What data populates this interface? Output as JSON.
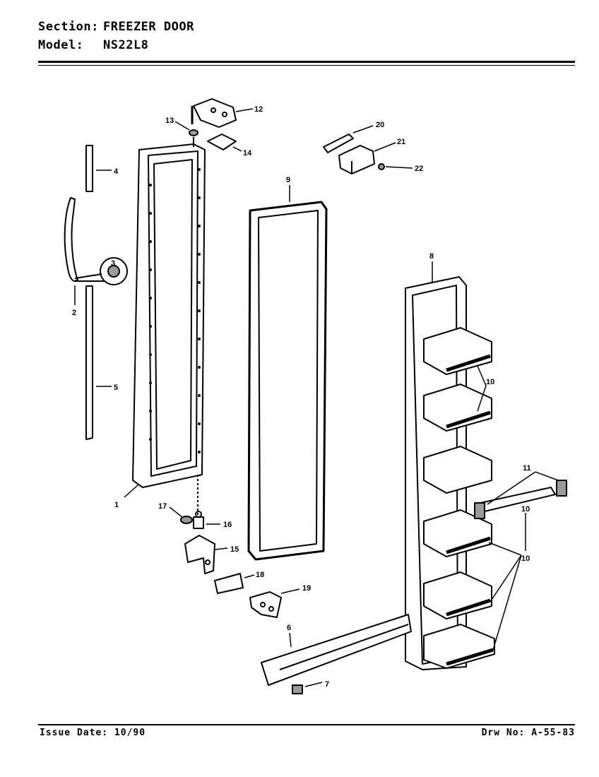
{
  "header": {
    "section_label": "Section:",
    "section_value": "FREEZER DOOR",
    "model_label": "Model:",
    "model_value": "NS22L8"
  },
  "footer": {
    "issue_date": "Issue Date: 10/90",
    "drawing_no": "Drw No: A-55-83"
  },
  "callouts": [
    "1",
    "2",
    "3",
    "4",
    "5",
    "6",
    "7",
    "8",
    "9",
    "10",
    "10",
    "10",
    "11",
    "12",
    "13",
    "14",
    "15",
    "16",
    "17",
    "18",
    "19",
    "20",
    "21",
    "22"
  ],
  "colors": {
    "ink": "#000000",
    "paper": "#ffffff",
    "shade": "#9a9a9a"
  }
}
